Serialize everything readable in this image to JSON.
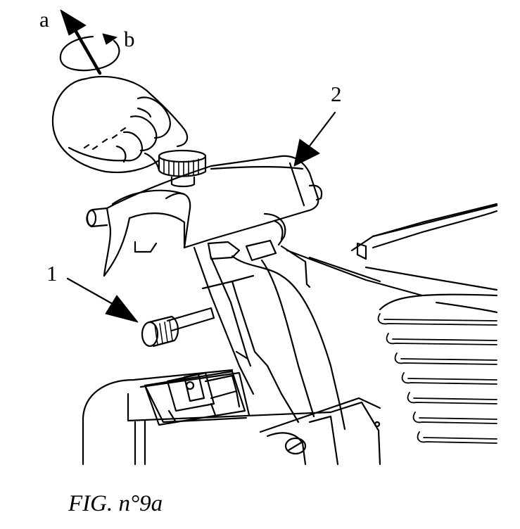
{
  "labels": {
    "a": "a",
    "b": "b",
    "part_1": "1",
    "part_2": "2"
  },
  "caption": "FIG. n°9a",
  "colors": {
    "ink": "#000000",
    "paper": "#ffffff"
  }
}
